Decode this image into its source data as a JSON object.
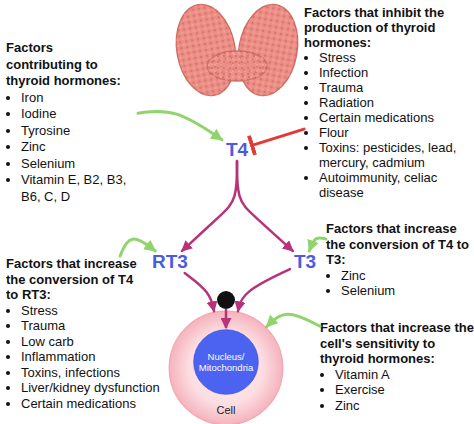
{
  "diagram": {
    "nodes": [
      {
        "text": [
          "Factors contributing to thyroid hormones:",
          "Iron",
          "Iodine",
          "Tyrosine",
          "Zinc",
          "Selenium",
          "Vitamin E, B2, B3, B6, C, D"
        ]
      },
      {
        "text": [
          "Factors that inhibit the production of thyroid hormones:",
          "Stress",
          "Infection",
          "Trauma",
          "Radiation",
          "Certain medications",
          "Flour",
          "Toxins: pesticides, lead, mercury, cadmium",
          "Autoimmunity, celiac disease"
        ]
      },
      {
        "text": [
          "T4"
        ]
      },
      {
        "text": [
          "Factors that increase the conversion of T4 to T3:",
          "Zinc",
          "Selenium"
        ]
      },
      {
        "text": [
          "RT3"
        ]
      },
      {
        "text": [
          "T3"
        ]
      },
      {
        "text": [
          "Factors that increase the conversion of T4 to RT3:",
          "Stress",
          "Trauma",
          "Low carb",
          "Inflammation",
          "Toxins, infections",
          "Liver/kidney dysfunction",
          "Certain medications"
        ]
      },
      {
        "text": [
          "Factors that increase the cell's sensitivity to thyroid hormones:",
          "Vitamin A",
          "Exercise",
          "Zinc"
        ]
      },
      {
        "text": [
          "Cell"
        ]
      },
      {
        "text": [
          "Nucleus/ Mitochondria"
        ],
        "in": 8
      }
    ],
    "edges": [
      {
        "from": 0,
        "to": 2,
        "arrow": "to"
      },
      {
        "from": 1,
        "to": 2,
        "arrow": "to"
      },
      {
        "from": 2,
        "to": 4,
        "arrow": "to"
      },
      {
        "from": 2,
        "to": 5,
        "arrow": "to"
      },
      {
        "from": 3,
        "to": 5,
        "arrow": "to"
      },
      {
        "from": 6,
        "to": 4,
        "arrow": "to"
      },
      {
        "from": 4,
        "to": 8,
        "arrow": "to"
      },
      {
        "from": 5,
        "to": 8,
        "arrow": "to"
      },
      {
        "from": 7,
        "to": 8,
        "arrow": "to"
      }
    ]
  }
}
